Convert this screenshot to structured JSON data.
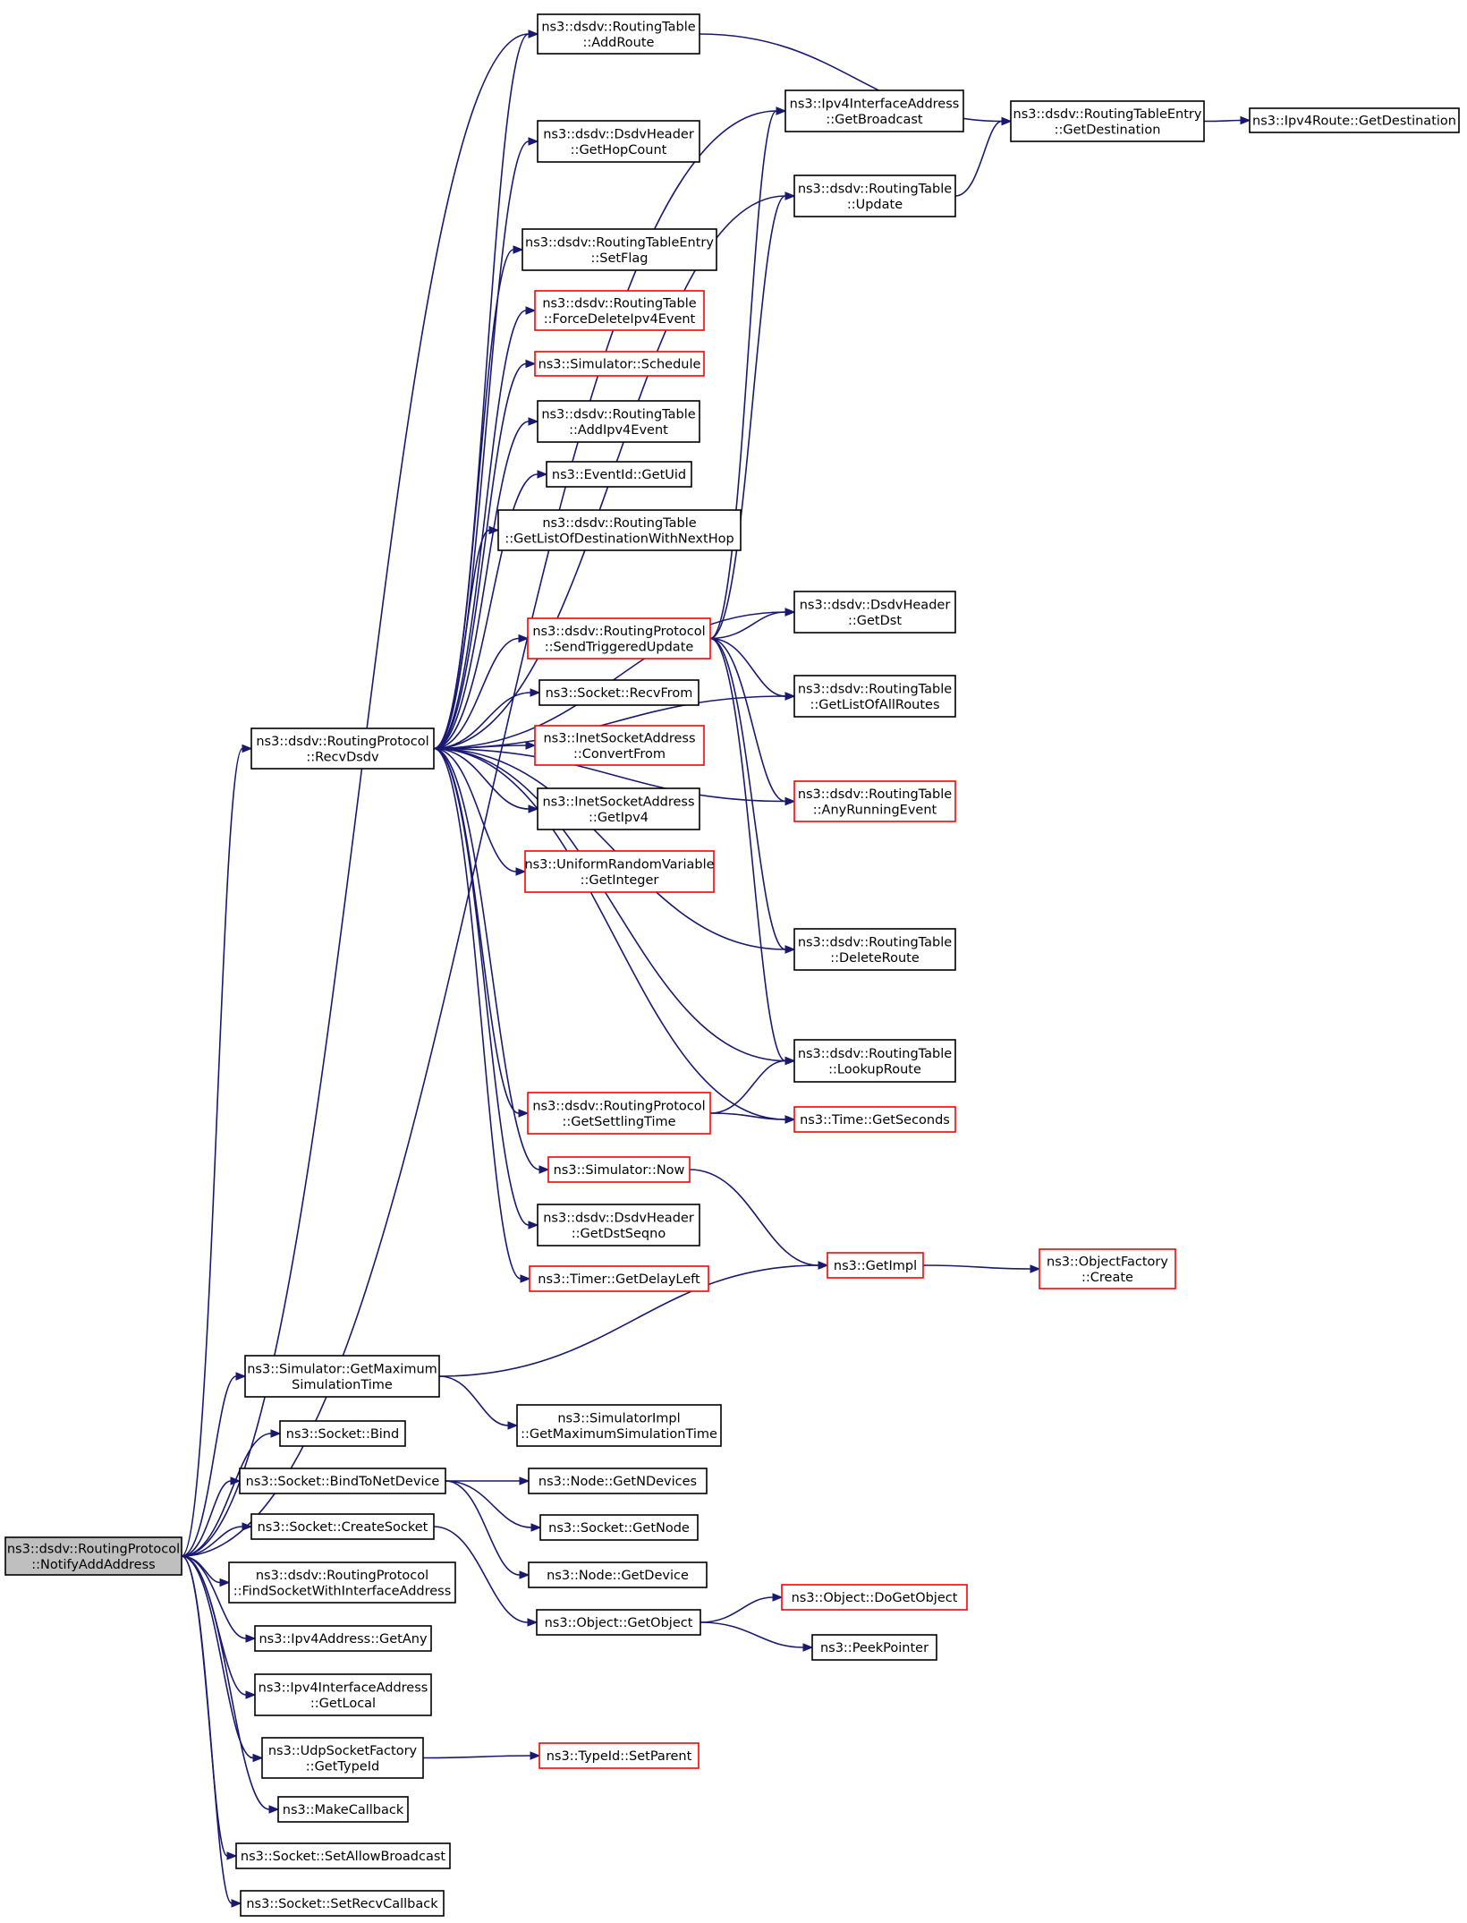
{
  "colors": {
    "edge": "#191970",
    "node_border": "#000000",
    "node_border_truncated": "#ff0000",
    "root_fill": "#bfbfbf"
  },
  "nodes": {
    "NotifyAddAddress": {
      "lines": [
        "ns3::dsdv::RoutingProtocol",
        "::NotifyAddAddress"
      ],
      "style": "root"
    },
    "AddRoute": {
      "lines": [
        "ns3::dsdv::RoutingTable",
        "::AddRoute"
      ],
      "style": "normal"
    },
    "GetBroadcast": {
      "lines": [
        "ns3::Ipv4InterfaceAddress",
        "::GetBroadcast"
      ],
      "style": "normal"
    },
    "RTEGetDestination": {
      "lines": [
        "ns3::dsdv::RoutingTableEntry",
        "::GetDestination"
      ],
      "style": "normal"
    },
    "Ipv4RouteGetDestination": {
      "lines": [
        "ns3::Ipv4Route::GetDestination"
      ],
      "style": "normal"
    },
    "GetHopCount": {
      "lines": [
        "ns3::dsdv::DsdvHeader",
        "::GetHopCount"
      ],
      "style": "normal"
    },
    "Update": {
      "lines": [
        "ns3::dsdv::RoutingTable",
        "::Update"
      ],
      "style": "normal"
    },
    "SetFlag": {
      "lines": [
        "ns3::dsdv::RoutingTableEntry",
        "::SetFlag"
      ],
      "style": "normal"
    },
    "ForceDeleteIpv4Event": {
      "lines": [
        "ns3::dsdv::RoutingTable",
        "::ForceDeleteIpv4Event"
      ],
      "style": "truncated"
    },
    "Schedule": {
      "lines": [
        "ns3::Simulator::Schedule"
      ],
      "style": "truncated"
    },
    "AddIpv4Event": {
      "lines": [
        "ns3::dsdv::RoutingTable",
        "::AddIpv4Event"
      ],
      "style": "normal"
    },
    "GetUid": {
      "lines": [
        "ns3::EventId::GetUid"
      ],
      "style": "normal"
    },
    "GetListOfDestinationWithNextHop": {
      "lines": [
        "ns3::dsdv::RoutingTable",
        "::GetListOfDestinationWithNextHop"
      ],
      "style": "normal"
    },
    "SendTriggeredUpdate": {
      "lines": [
        "ns3::dsdv::RoutingProtocol",
        "::SendTriggeredUpdate"
      ],
      "style": "truncated"
    },
    "GetDst": {
      "lines": [
        "ns3::dsdv::DsdvHeader",
        "::GetDst"
      ],
      "style": "normal"
    },
    "RecvFrom": {
      "lines": [
        "ns3::Socket::RecvFrom"
      ],
      "style": "normal"
    },
    "GetListOfAllRoutes": {
      "lines": [
        "ns3::dsdv::RoutingTable",
        "::GetListOfAllRoutes"
      ],
      "style": "normal"
    },
    "RecvDsdv": {
      "lines": [
        "ns3::dsdv::RoutingProtocol",
        "::RecvDsdv"
      ],
      "style": "normal"
    },
    "ConvertFrom": {
      "lines": [
        "ns3::InetSocketAddress",
        "::ConvertFrom"
      ],
      "style": "truncated"
    },
    "AnyRunningEvent": {
      "lines": [
        "ns3::dsdv::RoutingTable",
        "::AnyRunningEvent"
      ],
      "style": "truncated"
    },
    "GetIpv4": {
      "lines": [
        "ns3::InetSocketAddress",
        "::GetIpv4"
      ],
      "style": "normal"
    },
    "GetInteger": {
      "lines": [
        "ns3::UniformRandomVariable",
        "::GetInteger"
      ],
      "style": "truncated"
    },
    "DeleteRoute": {
      "lines": [
        "ns3::dsdv::RoutingTable",
        "::DeleteRoute"
      ],
      "style": "normal"
    },
    "LookupRoute": {
      "lines": [
        "ns3::dsdv::RoutingTable",
        "::LookupRoute"
      ],
      "style": "normal"
    },
    "GetSettlingTime": {
      "lines": [
        "ns3::dsdv::RoutingProtocol",
        "::GetSettlingTime"
      ],
      "style": "truncated"
    },
    "GetSeconds": {
      "lines": [
        "ns3::Time::GetSeconds"
      ],
      "style": "truncated"
    },
    "SimulatorNow": {
      "lines": [
        "ns3::Simulator::Now"
      ],
      "style": "truncated"
    },
    "GetDstSeqno": {
      "lines": [
        "ns3::dsdv::DsdvHeader",
        "::GetDstSeqno"
      ],
      "style": "normal"
    },
    "GetImpl": {
      "lines": [
        "ns3::GetImpl"
      ],
      "style": "truncated"
    },
    "ObjectFactoryCreate": {
      "lines": [
        "ns3::ObjectFactory",
        "::Create"
      ],
      "style": "truncated"
    },
    "GetDelayLeft": {
      "lines": [
        "ns3::Timer::GetDelayLeft"
      ],
      "style": "truncated"
    },
    "GetMaximumSimulationTime": {
      "lines": [
        "ns3::Simulator::GetMaximum",
        "SimulationTime"
      ],
      "style": "normal"
    },
    "ImplGetMaximumSimulationTime": {
      "lines": [
        "ns3::SimulatorImpl",
        "::GetMaximumSimulationTime"
      ],
      "style": "normal"
    },
    "SocketBind": {
      "lines": [
        "ns3::Socket::Bind"
      ],
      "style": "normal"
    },
    "BindToNetDevice": {
      "lines": [
        "ns3::Socket::BindToNetDevice"
      ],
      "style": "normal"
    },
    "GetNDevices": {
      "lines": [
        "ns3::Node::GetNDevices"
      ],
      "style": "normal"
    },
    "CreateSocket": {
      "lines": [
        "ns3::Socket::CreateSocket"
      ],
      "style": "normal"
    },
    "GetNode": {
      "lines": [
        "ns3::Socket::GetNode"
      ],
      "style": "normal"
    },
    "FindSocketWithInterfaceAddress": {
      "lines": [
        "ns3::dsdv::RoutingProtocol",
        "::FindSocketWithInterfaceAddress"
      ],
      "style": "normal"
    },
    "GetDevice": {
      "lines": [
        "ns3::Node::GetDevice"
      ],
      "style": "normal"
    },
    "DoGetObject": {
      "lines": [
        "ns3::Object::DoGetObject"
      ],
      "style": "truncated"
    },
    "GetObject": {
      "lines": [
        "ns3::Object::GetObject"
      ],
      "style": "normal"
    },
    "GetAny": {
      "lines": [
        "ns3::Ipv4Address::GetAny"
      ],
      "style": "normal"
    },
    "PeekPointer": {
      "lines": [
        "ns3::PeekPointer"
      ],
      "style": "normal"
    },
    "GetLocal": {
      "lines": [
        "ns3::Ipv4InterfaceAddress",
        "::GetLocal"
      ],
      "style": "normal"
    },
    "GetTypeId": {
      "lines": [
        "ns3::UdpSocketFactory",
        "::GetTypeId"
      ],
      "style": "normal"
    },
    "SetParent": {
      "lines": [
        "ns3::TypeId::SetParent"
      ],
      "style": "truncated"
    },
    "MakeCallback": {
      "lines": [
        "ns3::MakeCallback"
      ],
      "style": "normal"
    },
    "SetAllowBroadcast": {
      "lines": [
        "ns3::Socket::SetAllowBroadcast"
      ],
      "style": "normal"
    },
    "SetRecvCallback": {
      "lines": [
        "ns3::Socket::SetRecvCallback"
      ],
      "style": "normal"
    }
  },
  "edges": [
    [
      "NotifyAddAddress",
      "AddRoute"
    ],
    [
      "NotifyAddAddress",
      "GetBroadcast"
    ],
    [
      "NotifyAddAddress",
      "RecvDsdv"
    ],
    [
      "NotifyAddAddress",
      "GetMaximumSimulationTime"
    ],
    [
      "NotifyAddAddress",
      "SocketBind"
    ],
    [
      "NotifyAddAddress",
      "BindToNetDevice"
    ],
    [
      "NotifyAddAddress",
      "CreateSocket"
    ],
    [
      "NotifyAddAddress",
      "FindSocketWithInterfaceAddress"
    ],
    [
      "NotifyAddAddress",
      "GetAny"
    ],
    [
      "NotifyAddAddress",
      "GetLocal"
    ],
    [
      "NotifyAddAddress",
      "GetTypeId"
    ],
    [
      "NotifyAddAddress",
      "MakeCallback"
    ],
    [
      "NotifyAddAddress",
      "SetAllowBroadcast"
    ],
    [
      "NotifyAddAddress",
      "SetRecvCallback"
    ],
    [
      "AddRoute",
      "RTEGetDestination"
    ],
    [
      "Update",
      "RTEGetDestination"
    ],
    [
      "RTEGetDestination",
      "Ipv4RouteGetDestination"
    ],
    [
      "RecvDsdv",
      "AddRoute"
    ],
    [
      "RecvDsdv",
      "GetHopCount"
    ],
    [
      "RecvDsdv",
      "Update"
    ],
    [
      "RecvDsdv",
      "SetFlag"
    ],
    [
      "RecvDsdv",
      "ForceDeleteIpv4Event"
    ],
    [
      "RecvDsdv",
      "Schedule"
    ],
    [
      "RecvDsdv",
      "AddIpv4Event"
    ],
    [
      "RecvDsdv",
      "GetUid"
    ],
    [
      "RecvDsdv",
      "GetListOfDestinationWithNextHop"
    ],
    [
      "RecvDsdv",
      "GetDst"
    ],
    [
      "RecvDsdv",
      "SendTriggeredUpdate"
    ],
    [
      "RecvDsdv",
      "RecvFrom"
    ],
    [
      "RecvDsdv",
      "ConvertFrom"
    ],
    [
      "RecvDsdv",
      "GetIpv4"
    ],
    [
      "RecvDsdv",
      "GetInteger"
    ],
    [
      "RecvDsdv",
      "GetListOfAllRoutes"
    ],
    [
      "RecvDsdv",
      "AnyRunningEvent"
    ],
    [
      "RecvDsdv",
      "DeleteRoute"
    ],
    [
      "RecvDsdv",
      "LookupRoute"
    ],
    [
      "RecvDsdv",
      "GetSettlingTime"
    ],
    [
      "RecvDsdv",
      "SimulatorNow"
    ],
    [
      "RecvDsdv",
      "GetDstSeqno"
    ],
    [
      "RecvDsdv",
      "GetDelayLeft"
    ],
    [
      "RecvDsdv",
      "GetSeconds"
    ],
    [
      "SendTriggeredUpdate",
      "GetBroadcast"
    ],
    [
      "SendTriggeredUpdate",
      "Update"
    ],
    [
      "SendTriggeredUpdate",
      "GetDst"
    ],
    [
      "SendTriggeredUpdate",
      "GetListOfAllRoutes"
    ],
    [
      "SendTriggeredUpdate",
      "AnyRunningEvent"
    ],
    [
      "SendTriggeredUpdate",
      "DeleteRoute"
    ],
    [
      "SendTriggeredUpdate",
      "LookupRoute"
    ],
    [
      "GetSettlingTime",
      "LookupRoute"
    ],
    [
      "GetSettlingTime",
      "GetSeconds"
    ],
    [
      "SimulatorNow",
      "GetImpl"
    ],
    [
      "GetImpl",
      "ObjectFactoryCreate"
    ],
    [
      "GetMaximumSimulationTime",
      "GetImpl"
    ],
    [
      "GetMaximumSimulationTime",
      "ImplGetMaximumSimulationTime"
    ],
    [
      "BindToNetDevice",
      "GetNDevices"
    ],
    [
      "BindToNetDevice",
      "GetNode"
    ],
    [
      "BindToNetDevice",
      "GetDevice"
    ],
    [
      "CreateSocket",
      "GetObject"
    ],
    [
      "GetObject",
      "DoGetObject"
    ],
    [
      "GetObject",
      "PeekPointer"
    ],
    [
      "GetTypeId",
      "SetParent"
    ]
  ]
}
